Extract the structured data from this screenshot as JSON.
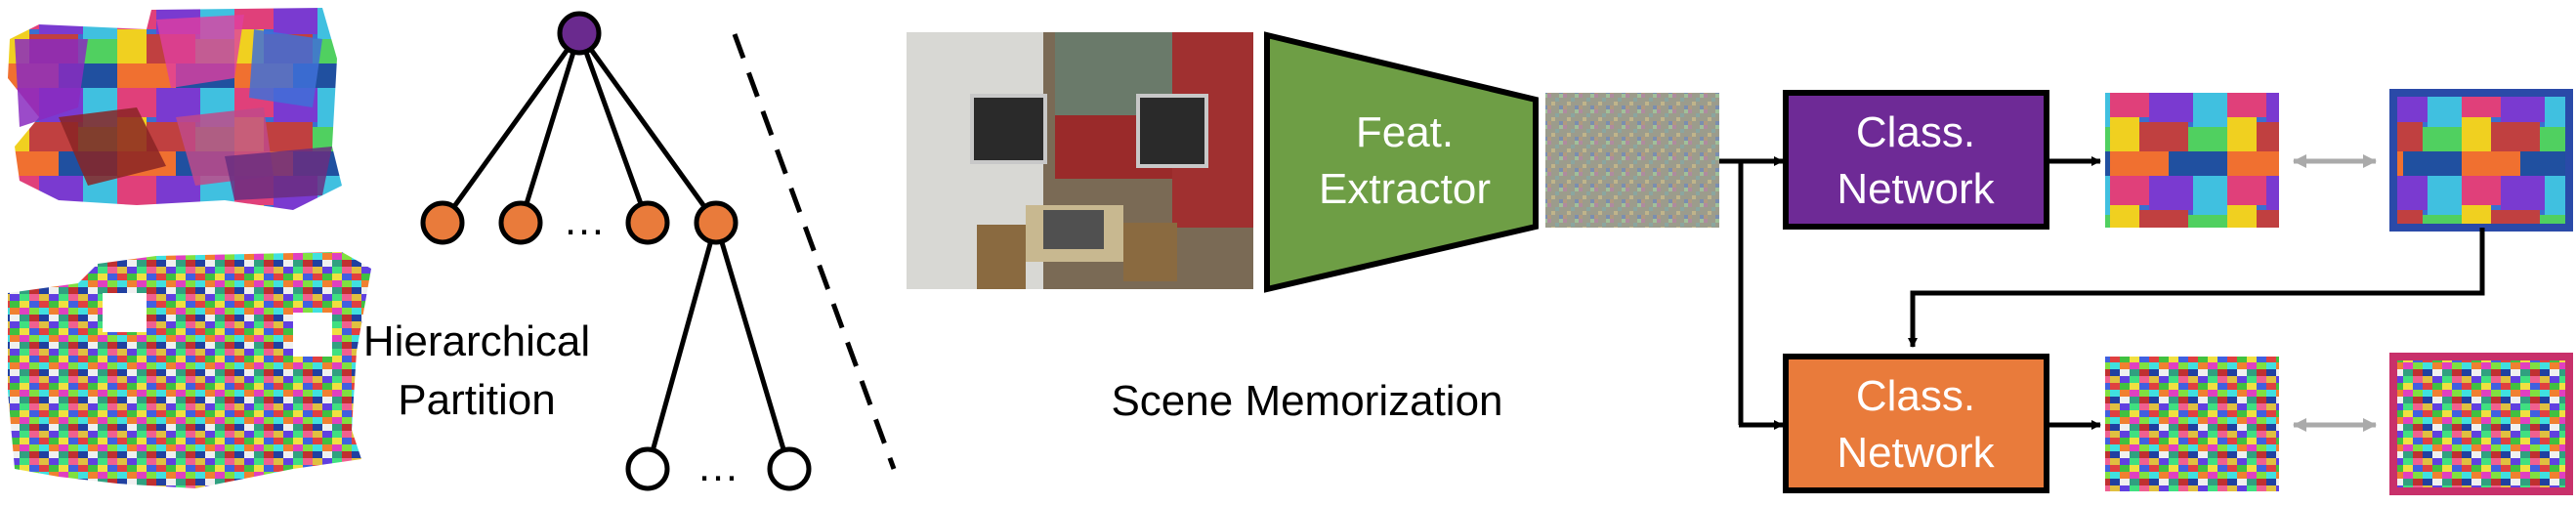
{
  "left_panel": {
    "caption_line1": "Hierarchical",
    "caption_line2": "Partition",
    "ellipsis": "…"
  },
  "right_panel": {
    "caption": "Scene Memorization",
    "extractor_line1": "Feat.",
    "extractor_line2": "Extractor",
    "top_network_line1": "Class.",
    "top_network_line2": "Network",
    "bottom_network_line1": "Class.",
    "bottom_network_line2": "Network"
  },
  "colors": {
    "root_node": "#6a2a8e",
    "inner_node": "#e97b3b",
    "extractor": "#6e9e45",
    "top_network": "#6e2a96",
    "bottom_network": "#e97b3b"
  }
}
